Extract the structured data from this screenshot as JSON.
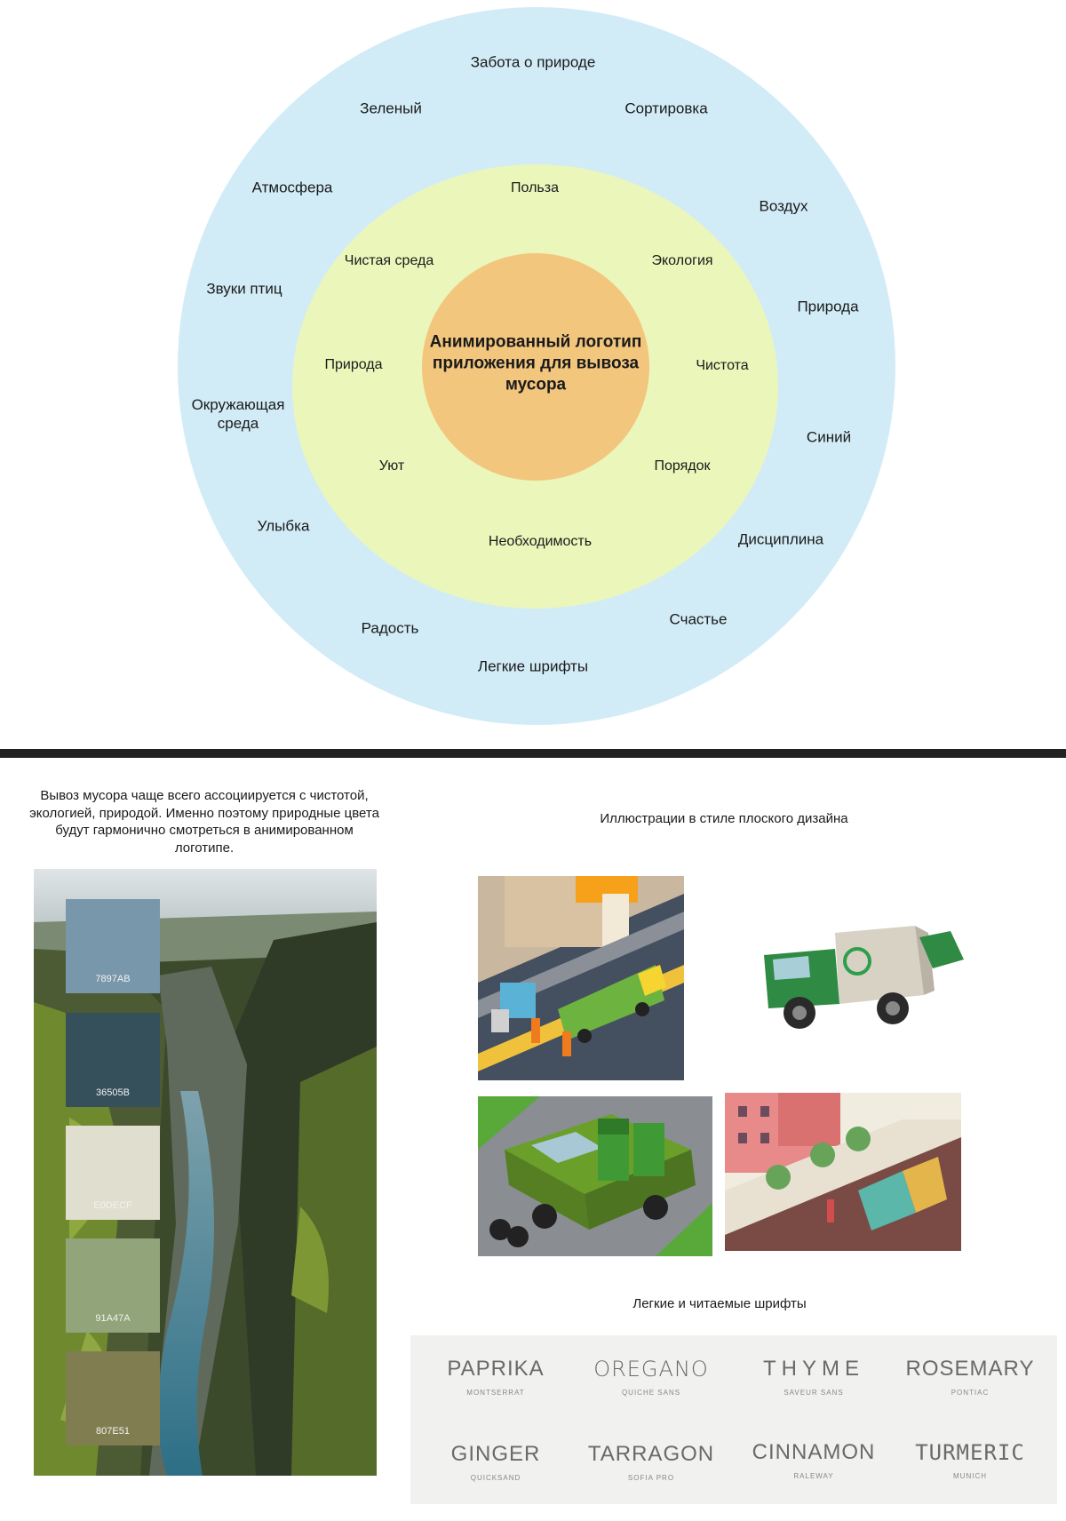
{
  "diagram": {
    "center_text": "Анимированный логотип приложения для вывоза мусора",
    "middle_ring": [
      "Польза",
      "Экология",
      "Чистота",
      "Порядок",
      "Необходимость",
      "Уют",
      "Природа",
      "Чистая среда"
    ],
    "outer_ring": [
      "Забота о природе",
      "Сортировка",
      "Воздух",
      "Природа",
      "Синий",
      "Дисциплина",
      "Счастье",
      "Легкие шрифты",
      "Радость",
      "Улыбка",
      "Окружающая среда",
      "Звуки птиц",
      "Атмосфера",
      "Зеленый"
    ],
    "colors": {
      "outer": "#d2ecf7",
      "middle": "#ebf6bb",
      "core": "#f3c67e"
    }
  },
  "palette": {
    "caption": "Вывоз мусора чаще всего ассоциируется с чистотой, экологией, природой. Именно поэтому природные цвета будут гармонично смотреться в анимированном логотипе.",
    "swatches": [
      {
        "code": "7897AB",
        "color": "#7897AB"
      },
      {
        "code": "36505B",
        "color": "#36505B"
      },
      {
        "code": "E0DECF",
        "color": "#E0DECF"
      },
      {
        "code": "91A47A",
        "color": "#91A47A"
      },
      {
        "code": "807E51",
        "color": "#807E51"
      }
    ]
  },
  "illustrations": {
    "caption": "Иллюстрации в стиле плоского дизайна"
  },
  "fonts": {
    "caption": "Легкие и читаемые шрифты",
    "samples": [
      {
        "name": "PAPRIKA",
        "font": "MONTSERRAT"
      },
      {
        "name": "OREGANO",
        "font": "QUICHE SANS"
      },
      {
        "name": "THYME",
        "font": "SAVEUR SANS"
      },
      {
        "name": "ROSEMARY",
        "font": "PONTIAC"
      },
      {
        "name": "GINGER",
        "font": "QUICKSAND"
      },
      {
        "name": "TARRAGON",
        "font": "SOFIA PRO"
      },
      {
        "name": "CINNAMON",
        "font": "RALEWAY"
      },
      {
        "name": "TURMERIC",
        "font": "MUNICH"
      }
    ]
  }
}
